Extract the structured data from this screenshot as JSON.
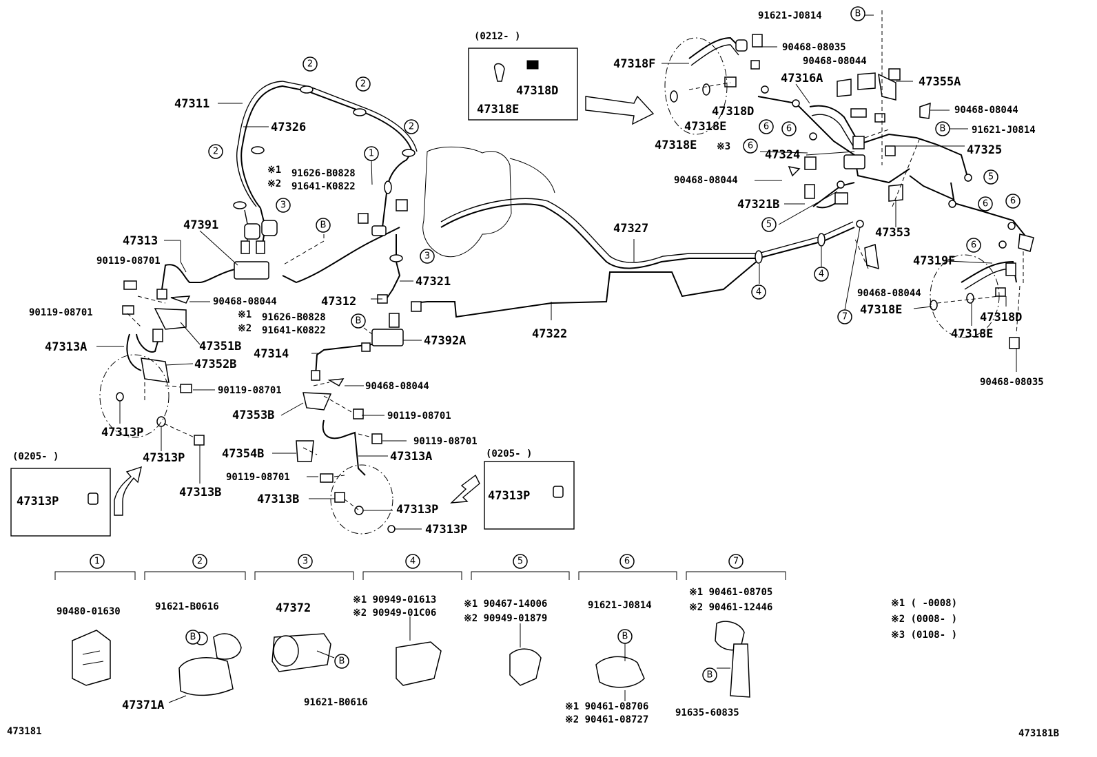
{
  "labels": {
    "p47311": "47311",
    "p47326": "47326",
    "p47391": "47391",
    "p47313": "47313",
    "p90119a": "90119-08701",
    "p90119b": "90119-08701",
    "p47313A": "47313A",
    "p47313P_left": "47313P",
    "p47313P_mid": "47313P",
    "p47313B_left": "47313B",
    "p90468_a": "90468-08044",
    "p47351B": "47351B",
    "p47352B": "47352B",
    "p90119c": "90119-08701",
    "p91626_a": "91626-B0828",
    "p91641_a": "91641-K0822",
    "p47321": "47321",
    "p47312": "47312",
    "p91626_b": "91626-B0828",
    "p91641_b": "91641-K0822",
    "p47392A": "47392A",
    "p47314": "47314",
    "p90468_b": "90468-08044",
    "p47353B": "47353B",
    "p90119d": "90119-08701",
    "p90119e": "90119-08701",
    "p47354B": "47354B",
    "p47313A_b": "47313A",
    "p90119f": "90119-08701",
    "p47313B_b": "47313B",
    "p47313P_b1": "47313P",
    "p47313P_b2": "47313P",
    "p47322": "47322",
    "p47327": "47327",
    "p47318D_box": "47318D",
    "p47318E_box": "47318E",
    "p91621_top": "91621-J0814",
    "p90468_08035_top": "90468-08035",
    "p90468_top2": "90468-08044",
    "p47318F": "47318F",
    "p47316A": "47316A",
    "p47355A": "47355A",
    "p47318D_r": "47318D",
    "p47318E_r": "47318E",
    "p47318E_r2": "47318E",
    "p90468_r": "90468-08044",
    "p91621_r": "91621-J0814",
    "p47325": "47325",
    "p47324": "47324",
    "p90468_r2": "90468-08044",
    "p47321B": "47321B",
    "p47353": "47353",
    "p47319F": "47319F",
    "p90468_r3": "90468-08044",
    "p47318E_r3": "47318E",
    "p47318D_r2": "47318D",
    "p47318E_r4": "47318E",
    "p90468_08035_r": "90468-08035",
    "mark3": "※3",
    "mark1a": "※1",
    "mark2a": "※2",
    "mark1b": "※1",
    "mark2b": "※2"
  },
  "date_boxes": {
    "top": "(0212-      )",
    "left": "(0205-      )",
    "right": "(0205-      )"
  },
  "inset_parts": {
    "left": "47313P",
    "right": "47313P"
  },
  "callouts": {
    "c1": "1",
    "c2": "2",
    "c3": "3",
    "c4": "4",
    "c5": "5",
    "c6": "6",
    "c7": "7",
    "b": "B"
  },
  "legend": [
    {
      "num": "1",
      "lines": [
        "90480-01630"
      ],
      "below": []
    },
    {
      "num": "2",
      "lines": [
        "91621-B0616"
      ],
      "below": [
        "47371A"
      ]
    },
    {
      "num": "3",
      "lines": [
        "47372"
      ],
      "below": [
        "91621-B0616"
      ]
    },
    {
      "num": "4",
      "lines": [
        "※1 90949-01613",
        "※2 90949-01C06"
      ],
      "below": []
    },
    {
      "num": "5",
      "lines": [
        "※1 90467-14006",
        "※2 90949-01879"
      ],
      "below": []
    },
    {
      "num": "6",
      "lines": [
        "91621-J0814"
      ],
      "below": [
        "※1 90461-08706",
        "※2 90461-08727"
      ]
    },
    {
      "num": "7",
      "lines": [
        "※1 90461-08705",
        "※2 90461-12446"
      ],
      "below": [
        "91635-60835"
      ]
    }
  ],
  "notes": [
    "※1 (      -0008)",
    "※2 (0008-      )",
    "※3 (0108-      )"
  ],
  "footer": {
    "left": "473181",
    "right": "473181B"
  }
}
